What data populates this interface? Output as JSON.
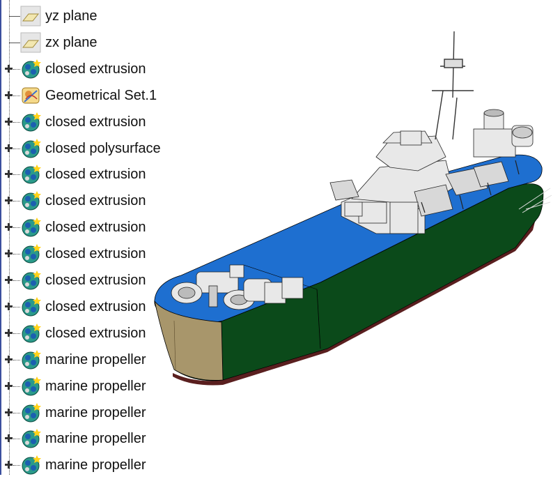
{
  "tree": {
    "items": [
      {
        "label": "yz plane",
        "icon": "plane-icon",
        "expandable": false
      },
      {
        "label": "zx plane",
        "icon": "plane-icon",
        "expandable": false
      },
      {
        "label": "closed extrusion",
        "icon": "solid-body-icon",
        "expandable": true
      },
      {
        "label": "Geometrical Set.1",
        "icon": "geometrical-set-icon",
        "expandable": true
      },
      {
        "label": "closed extrusion",
        "icon": "solid-body-icon",
        "expandable": true
      },
      {
        "label": "closed polysurface",
        "icon": "solid-body-icon",
        "expandable": true
      },
      {
        "label": "closed extrusion",
        "icon": "solid-body-icon",
        "expandable": true
      },
      {
        "label": "closed extrusion",
        "icon": "solid-body-icon",
        "expandable": true
      },
      {
        "label": "closed extrusion",
        "icon": "solid-body-icon",
        "expandable": true
      },
      {
        "label": "closed extrusion",
        "icon": "solid-body-icon",
        "expandable": true
      },
      {
        "label": "closed extrusion",
        "icon": "solid-body-icon",
        "expandable": true
      },
      {
        "label": "closed extrusion",
        "icon": "solid-body-icon",
        "expandable": true
      },
      {
        "label": "closed extrusion",
        "icon": "solid-body-icon",
        "expandable": true
      },
      {
        "label": "marine propeller",
        "icon": "solid-body-icon",
        "expandable": true
      },
      {
        "label": "marine propeller",
        "icon": "solid-body-icon",
        "expandable": true
      },
      {
        "label": "marine propeller",
        "icon": "solid-body-icon",
        "expandable": true
      },
      {
        "label": "marine propeller",
        "icon": "solid-body-icon",
        "expandable": true
      },
      {
        "label": "marine propeller",
        "icon": "solid-body-icon",
        "expandable": true
      }
    ]
  },
  "viewer": {
    "model": "ship-3d-model",
    "colors": {
      "deck": "#1e6fd0",
      "hull": "#0b4a1a",
      "bottom": "#5a1f1f",
      "superstructure": "#e8e8e8",
      "stern": "#a8966b"
    }
  }
}
